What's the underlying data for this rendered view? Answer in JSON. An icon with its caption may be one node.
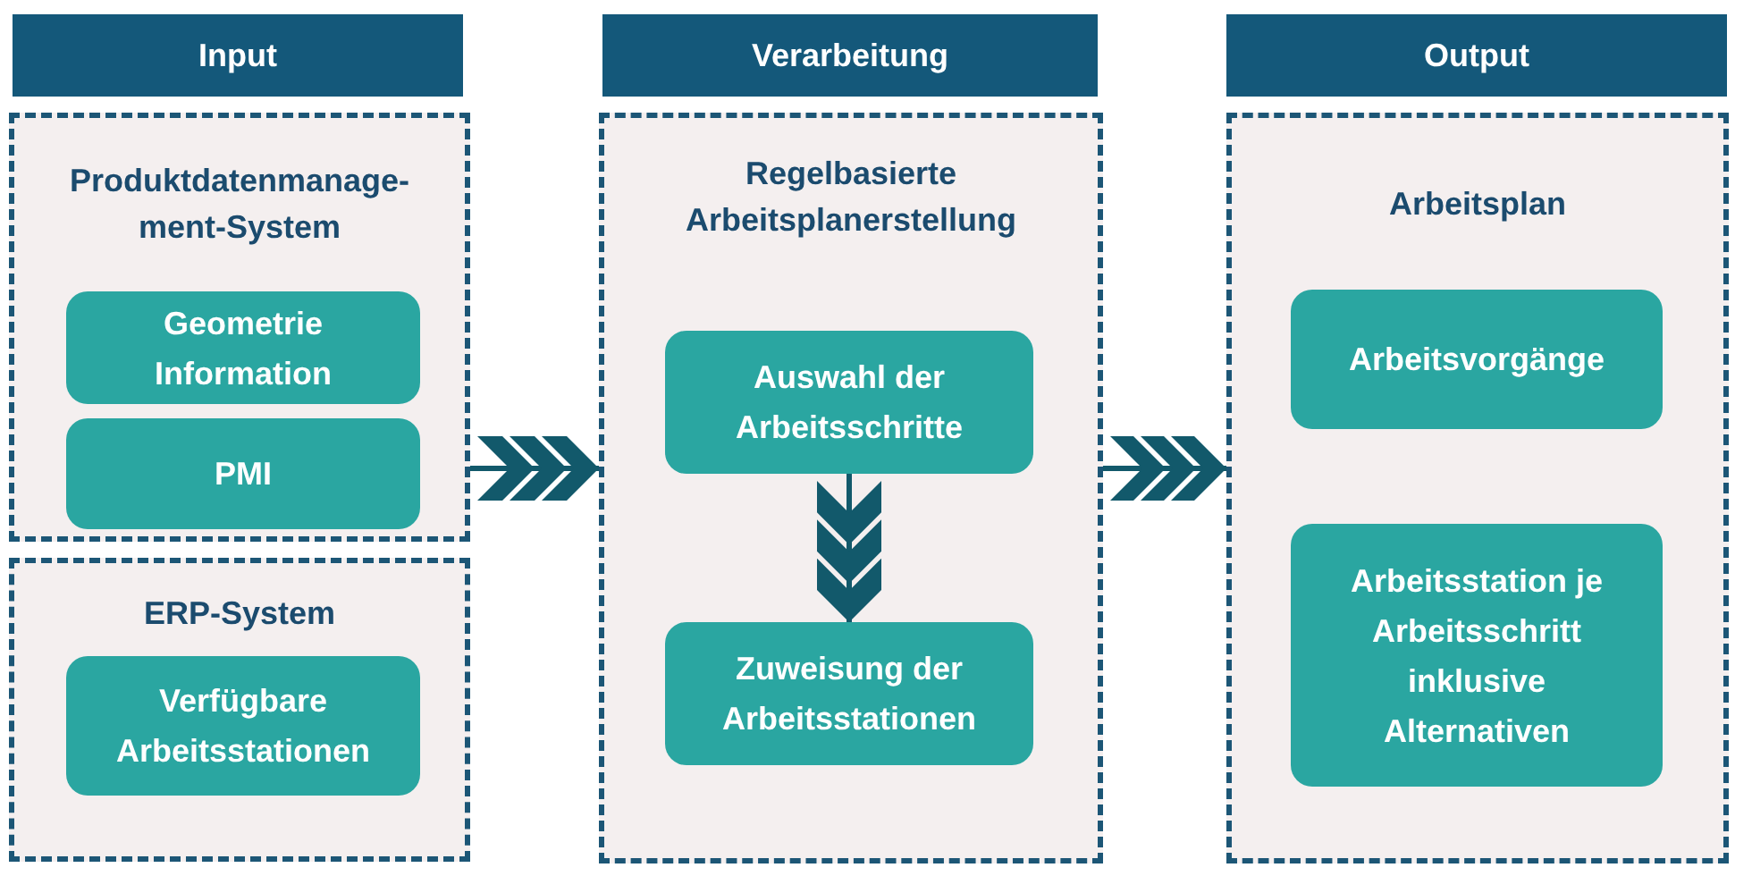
{
  "diagram": {
    "nodes": [
      {
        "text": [
          "Input"
        ]
      },
      {
        "text": [
          "Produktdatenmanage- ment-System"
        ]
      },
      {
        "text": [
          "Geometrie Information"
        ],
        "in": 1
      },
      {
        "text": [
          "PMI"
        ],
        "in": 1
      },
      {
        "text": [
          "ERP-System"
        ]
      },
      {
        "text": [
          "Verfügbare Arbeitsstationen"
        ],
        "in": 4
      },
      {
        "text": [
          "Verarbeitung"
        ]
      },
      {
        "text": [
          "Regelbasierte Arbeitsplanerstellung"
        ]
      },
      {
        "text": [
          "Auswahl der Arbeitsschritte"
        ],
        "in": 7
      },
      {
        "text": [
          "Zuweisung der Arbeitsstationen"
        ],
        "in": 7
      },
      {
        "text": [
          "Output"
        ]
      },
      {
        "text": [
          "Arbeitsplan"
        ]
      },
      {
        "text": [
          "Arbeitsvorgänge"
        ],
        "in": 11
      },
      {
        "text": [
          "Arbeitsstation je Arbeitsschritt inklusive Alternativen"
        ],
        "in": 11
      }
    ],
    "edges": [
      {
        "from": 1,
        "to": 7,
        "arrow": "to"
      },
      {
        "from": 8,
        "to": 9,
        "arrow": "to"
      },
      {
        "from": 7,
        "to": 11,
        "arrow": "to"
      }
    ]
  }
}
